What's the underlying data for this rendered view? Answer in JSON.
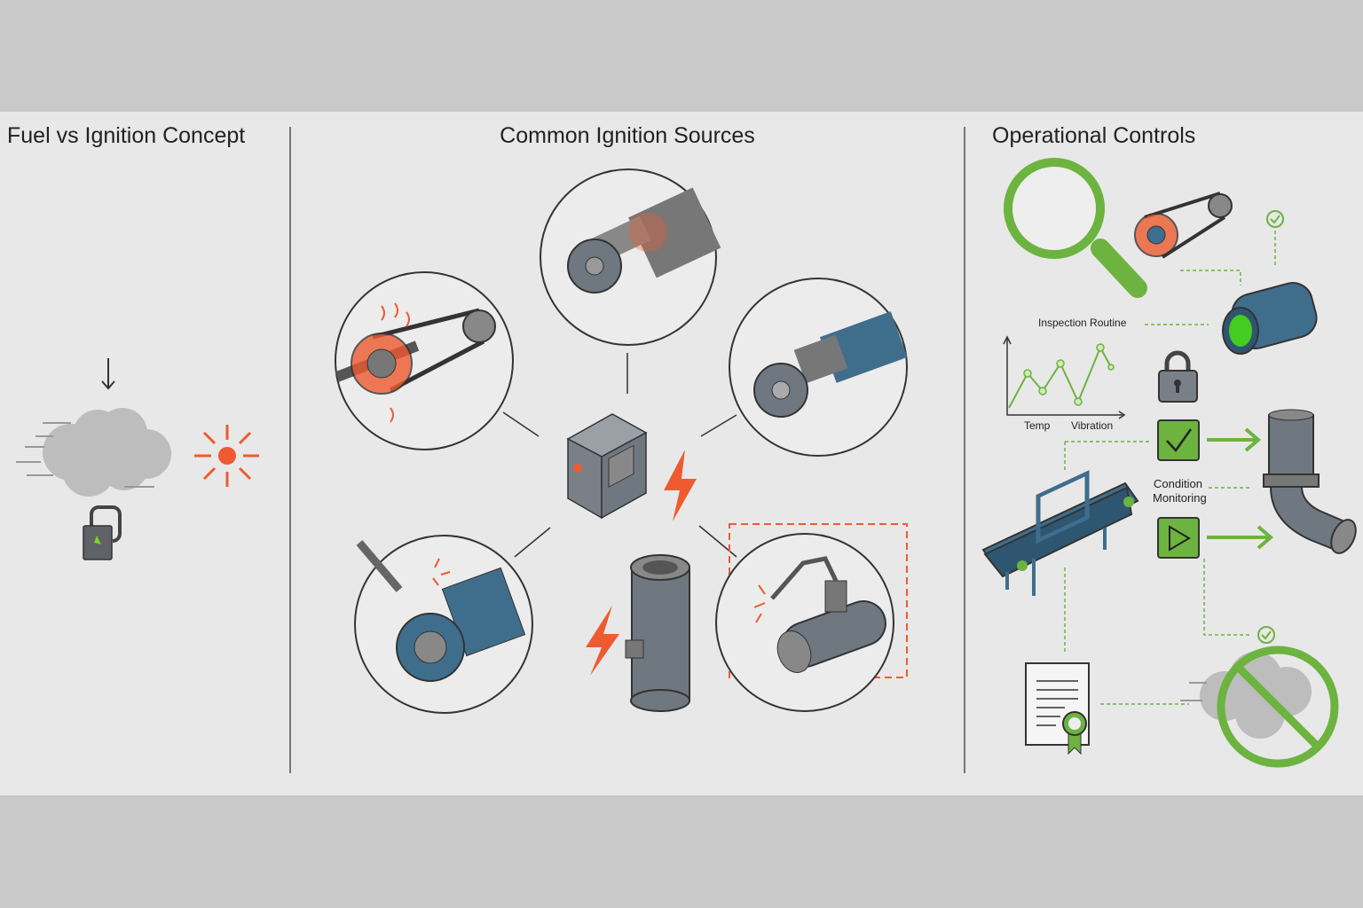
{
  "panels": {
    "left": {
      "title": "Fuel vs Ignition Concept"
    },
    "middle": {
      "title": "Common Ignition Sources"
    },
    "right": {
      "title": "Operational Controls",
      "inspection_label": "Inspection Routine",
      "chart_axis_labels": [
        "Temp",
        "Vibration"
      ],
      "condition_label_line1": "Condition",
      "condition_label_line2": "Monitoring"
    }
  },
  "colors": {
    "accent_green": "#6db33f",
    "hazard_orange": "#ee5b30",
    "steel": "#6f7780",
    "blue": "#3f6e8c",
    "panel_bg": "#e8e8e8",
    "band_bg": "#c9c9c9"
  }
}
